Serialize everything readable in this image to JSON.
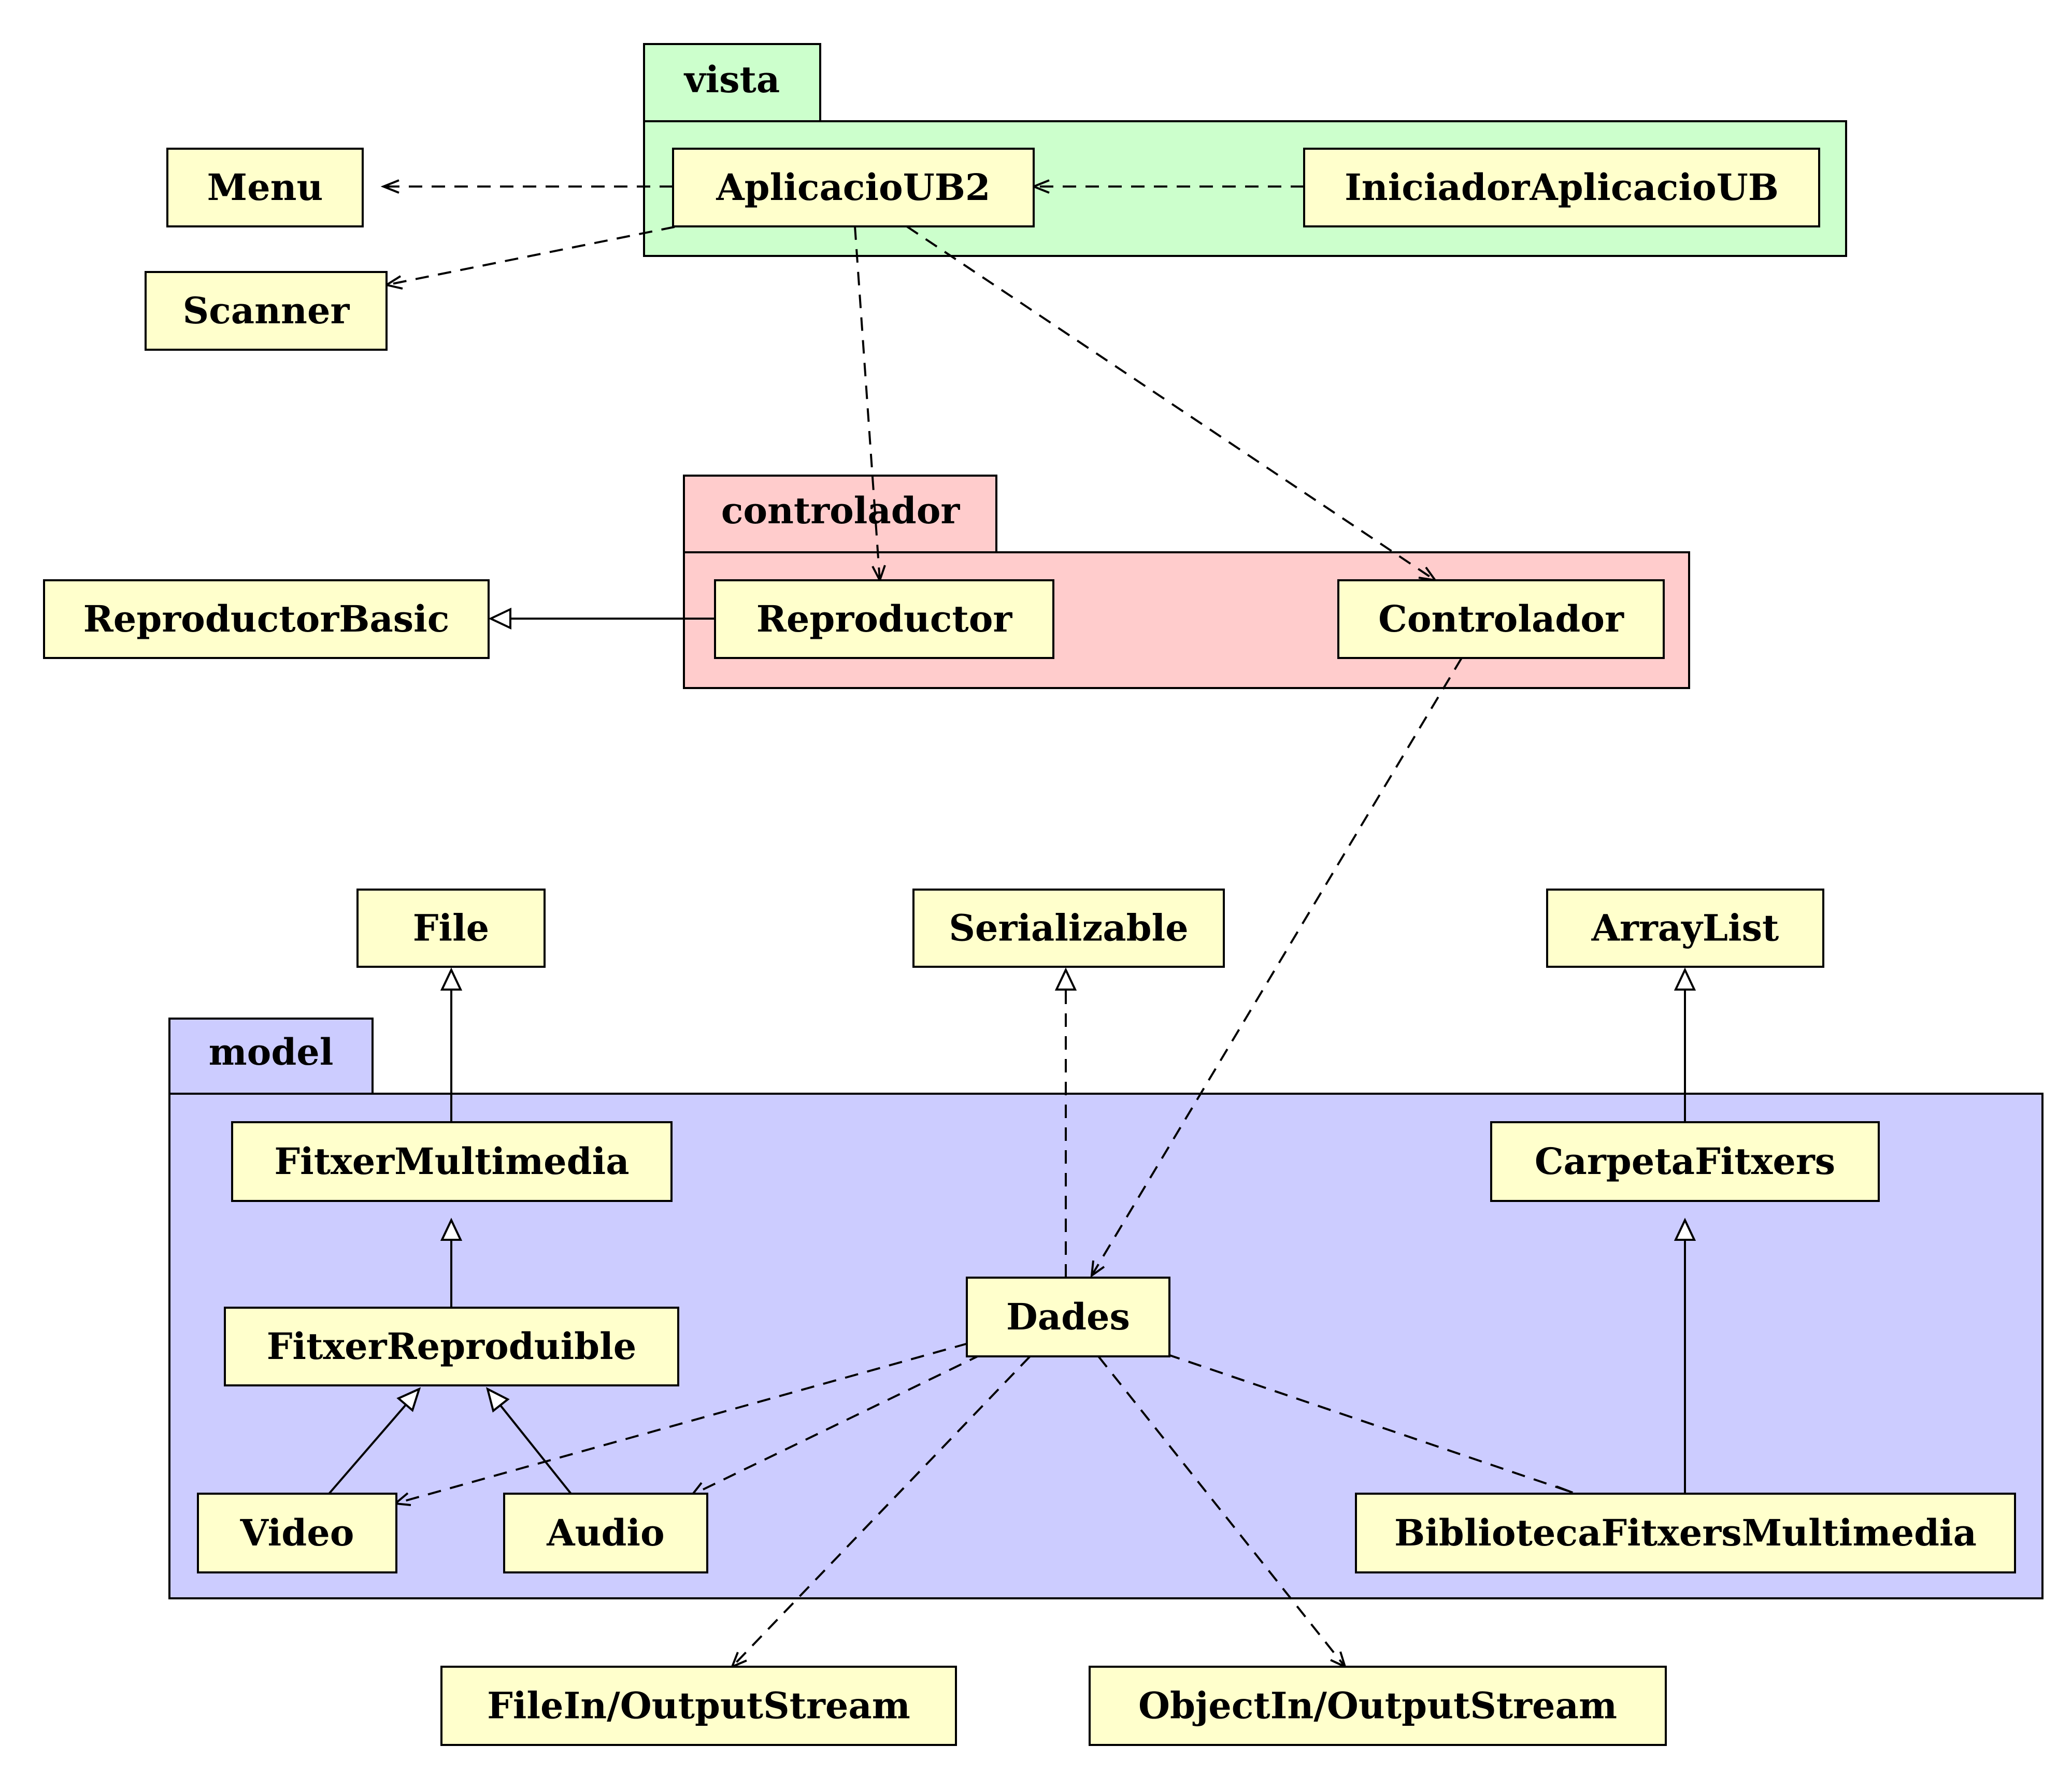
{
  "packages": [
    {
      "id": "vista",
      "name": "vista",
      "color": "#ccffcc"
    },
    {
      "id": "controlador",
      "name": "controlador",
      "color": "#ffcccc"
    },
    {
      "id": "model",
      "name": "model",
      "color": "#ccccff"
    }
  ],
  "class_color": "#ffffcc",
  "classes": [
    {
      "id": "menu",
      "name": "Menu"
    },
    {
      "id": "aplicacio",
      "name": "AplicacioUB2"
    },
    {
      "id": "iniciador",
      "name": "IniciadorAplicacioUB"
    },
    {
      "id": "scanner",
      "name": "Scanner"
    },
    {
      "id": "repbasic",
      "name": "ReproductorBasic"
    },
    {
      "id": "reproductor",
      "name": "Reproductor"
    },
    {
      "id": "controlador",
      "name": "Controlador"
    },
    {
      "id": "file",
      "name": "File"
    },
    {
      "id": "serializable",
      "name": "Serializable"
    },
    {
      "id": "arraylist",
      "name": "ArrayList"
    },
    {
      "id": "fitxermulti",
      "name": "FitxerMultimedia"
    },
    {
      "id": "carpeta",
      "name": "CarpetaFitxers"
    },
    {
      "id": "dades",
      "name": "Dades"
    },
    {
      "id": "fitxerrep",
      "name": "FitxerReproduible"
    },
    {
      "id": "video",
      "name": "Video"
    },
    {
      "id": "audio",
      "name": "Audio"
    },
    {
      "id": "biblioteca",
      "name": "BibliotecaFitxersMultimedia"
    },
    {
      "id": "fileio",
      "name": "FileIn/OutputStream"
    },
    {
      "id": "objectio",
      "name": "ObjectIn/OutputStream"
    }
  ],
  "relations": [
    {
      "from": "aplicacio",
      "to": "menu",
      "kind": "dependency"
    },
    {
      "from": "iniciador",
      "to": "aplicacio",
      "kind": "dependency"
    },
    {
      "from": "aplicacio",
      "to": "scanner",
      "kind": "dependency"
    },
    {
      "from": "aplicacio",
      "to": "reproductor",
      "kind": "dependency"
    },
    {
      "from": "aplicacio",
      "to": "controlador",
      "kind": "dependency"
    },
    {
      "from": "reproductor",
      "to": "repbasic",
      "kind": "generalization"
    },
    {
      "from": "controlador",
      "to": "dades",
      "kind": "dependency"
    },
    {
      "from": "fitxermulti",
      "to": "file",
      "kind": "generalization"
    },
    {
      "from": "dades",
      "to": "serializable",
      "kind": "realization"
    },
    {
      "from": "carpeta",
      "to": "arraylist",
      "kind": "generalization"
    },
    {
      "from": "fitxerrep",
      "to": "fitxermulti",
      "kind": "generalization"
    },
    {
      "from": "video",
      "to": "fitxerrep",
      "kind": "generalization"
    },
    {
      "from": "audio",
      "to": "fitxerrep",
      "kind": "generalization"
    },
    {
      "from": "biblioteca",
      "to": "carpeta",
      "kind": "generalization"
    },
    {
      "from": "dades",
      "to": "video",
      "kind": "dependency"
    },
    {
      "from": "dades",
      "to": "audio",
      "kind": "dependency"
    },
    {
      "from": "dades",
      "to": "biblioteca",
      "kind": "dependency"
    },
    {
      "from": "dades",
      "to": "fileio",
      "kind": "dependency"
    },
    {
      "from": "dades",
      "to": "objectio",
      "kind": "dependency"
    }
  ]
}
